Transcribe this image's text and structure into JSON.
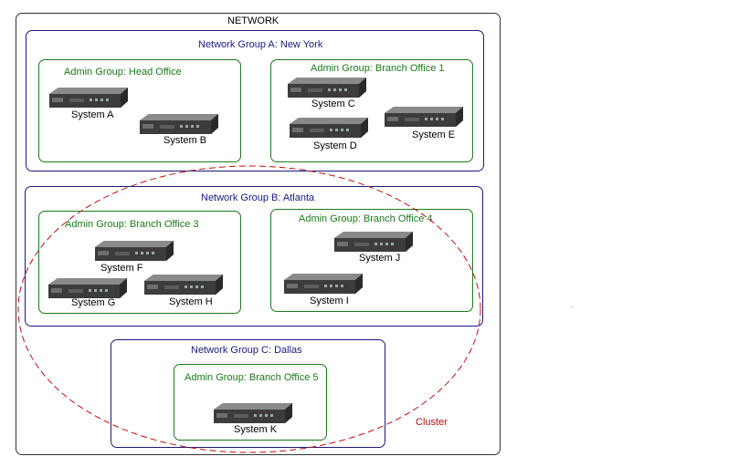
{
  "network": {
    "title": "NETWORK"
  },
  "network_groups": [
    {
      "title": "Network Group A: New York"
    },
    {
      "title": "Network Group B: Atlanta"
    },
    {
      "title": "Network Group C: Dallas"
    }
  ],
  "admin_groups": [
    {
      "title": "Admin Group: Head Office"
    },
    {
      "title": "Admin Group: Branch Office 1"
    },
    {
      "title": "Admin Group: Branch Office 3"
    },
    {
      "title": "Admin Group: Branch Office 4"
    },
    {
      "title": "Admin Group: Branch Office 5"
    }
  ],
  "systems": [
    {
      "name": "System A"
    },
    {
      "name": "System B"
    },
    {
      "name": "System C"
    },
    {
      "name": "System D"
    },
    {
      "name": "System E"
    },
    {
      "name": "System F"
    },
    {
      "name": "System G"
    },
    {
      "name": "System H"
    },
    {
      "name": "System J"
    },
    {
      "name": "System I"
    },
    {
      "name": "System K"
    }
  ],
  "cluster": {
    "label": "Cluster",
    "color": "#c01010"
  },
  "colors": {
    "network_group_border": "#1a1a80",
    "admin_group_border": "#1a7a1a",
    "server_body": "#4a4a4a"
  },
  "icons": {
    "server": "server-icon"
  }
}
